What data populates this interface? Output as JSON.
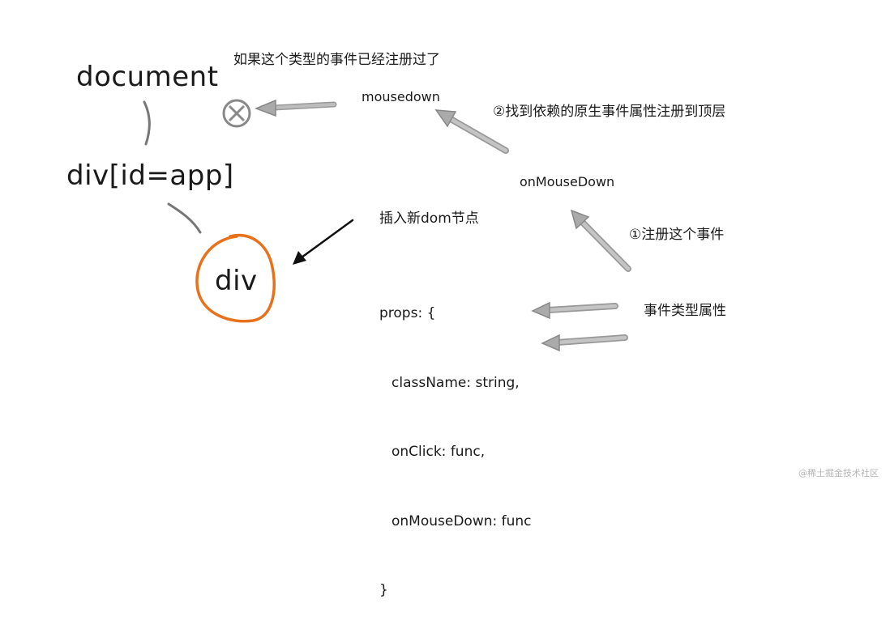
{
  "nodes": {
    "document": "document",
    "div_app": "div[id=app]",
    "div": "div"
  },
  "labels": {
    "already_registered": "如果这个类型的事件已经注册过了",
    "mousedown": "mousedown",
    "step2": "②找到依赖的原生事件属性注册到顶层",
    "onMouseDown": "onMouseDown",
    "insert_dom": "插入新dom节点",
    "step1": "①注册这个事件",
    "event_type_props": "事件类型属性"
  },
  "props_code": {
    "open": "props: {",
    "line1": "className: string,",
    "line2": "onClick: func,",
    "line3": "onMouseDown: func",
    "close": "}"
  },
  "colors": {
    "orange_circle": "#e8711c",
    "gray_arrow": "#aaaaaa",
    "ink": "#1a1a1a",
    "cancel_icon": "#888888"
  },
  "watermark": "@稀土掘金技术社区"
}
